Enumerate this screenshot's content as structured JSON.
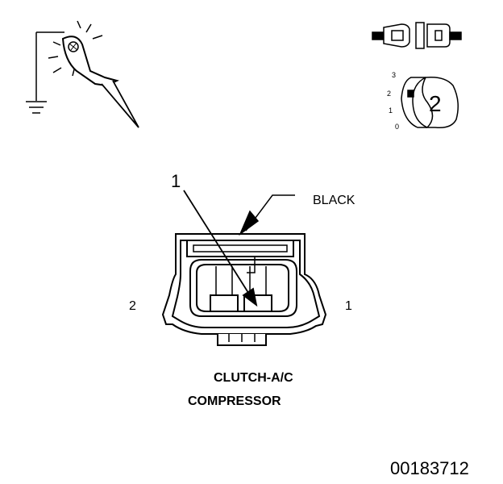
{
  "labels": {
    "connector_color": "BLACK",
    "pin_left": "2",
    "pin_right": "1",
    "callout_number": "1",
    "caption_line1": "CLUTCH-A/C",
    "caption_line2": "COMPRESSOR",
    "figure_id": "00183712"
  },
  "ignition_switch": {
    "key_position": "2",
    "scale": [
      "3",
      "2",
      "1",
      "0"
    ]
  },
  "colors": {
    "line": "#000000",
    "background": "#ffffff"
  }
}
